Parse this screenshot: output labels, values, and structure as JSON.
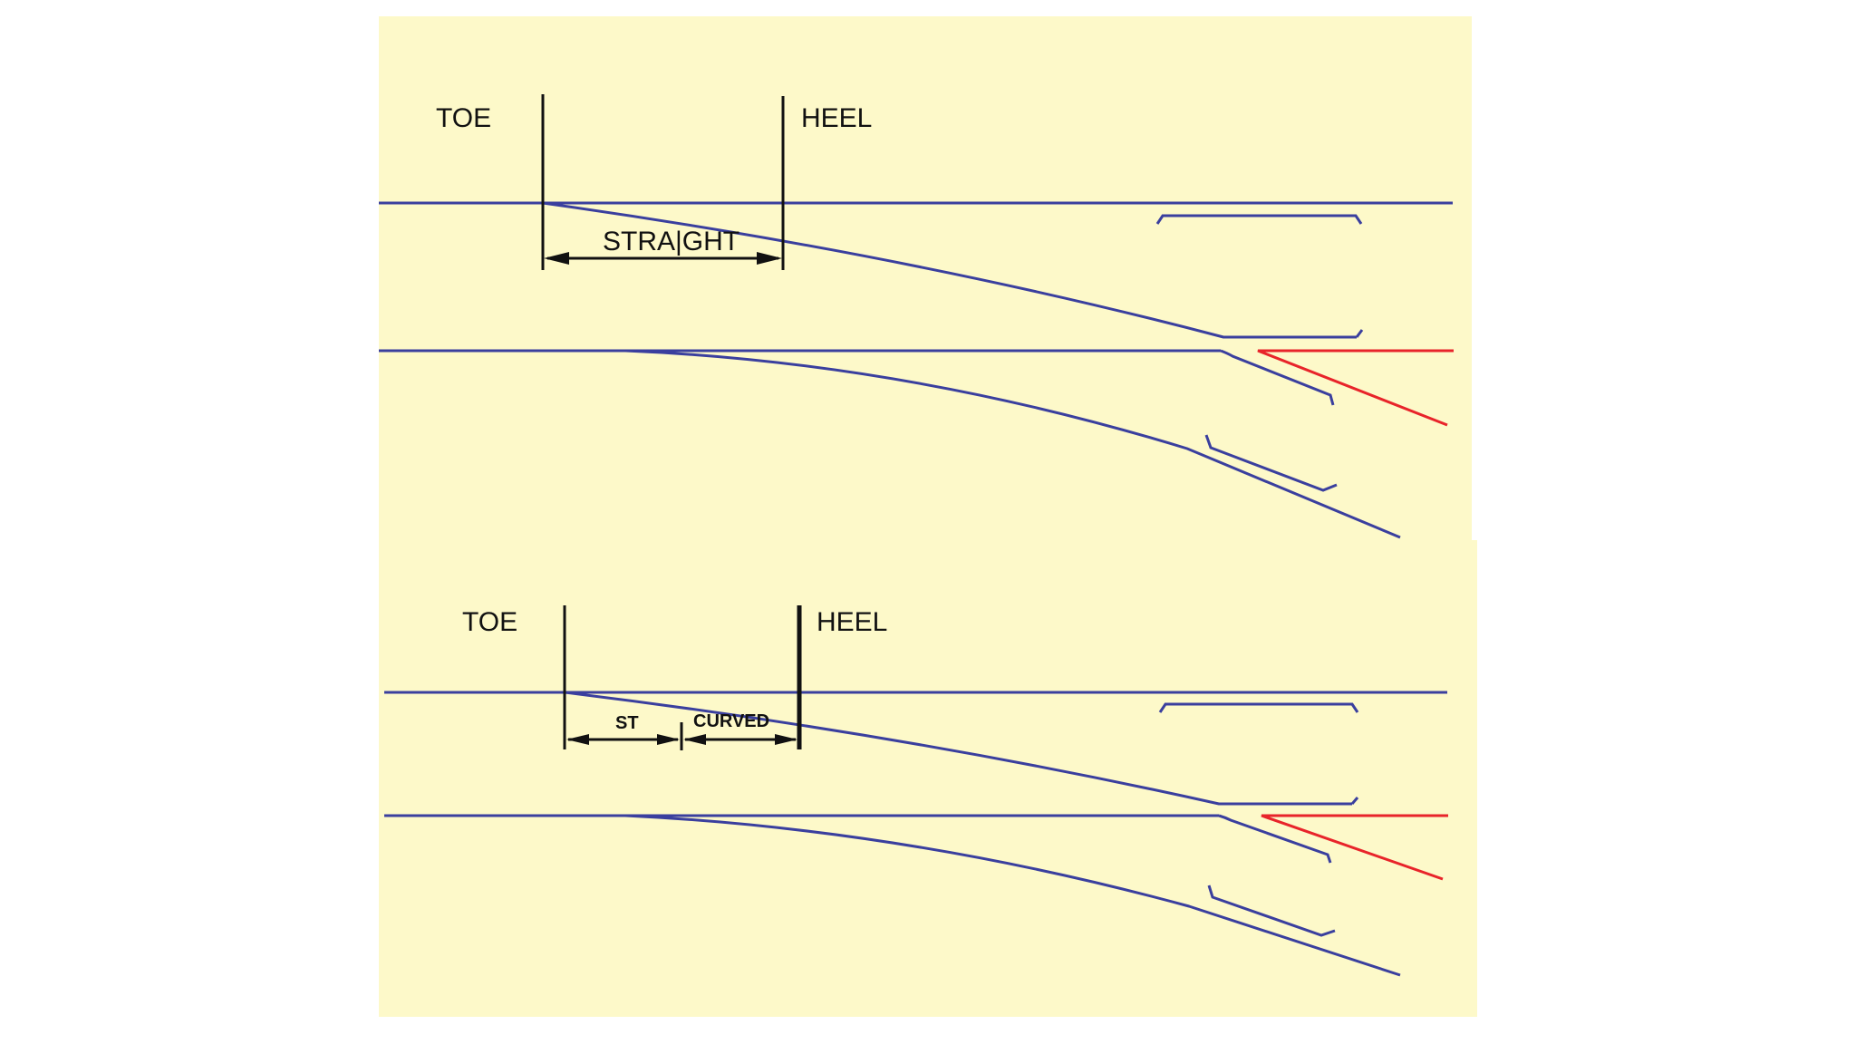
{
  "panels": {
    "top": {
      "toe_label": "TOE",
      "heel_label": "HEEL",
      "switch_length_label": "STRA|GHT"
    },
    "bottom": {
      "toe_label": "TOE",
      "heel_label": "HEEL",
      "straight_part_label": "ST",
      "curved_part_label": "CURVED"
    }
  },
  "colors": {
    "background": "#fdf9c9",
    "rail": "#3a3f9e",
    "frog": "#e8242a",
    "dimension": "#111111"
  }
}
